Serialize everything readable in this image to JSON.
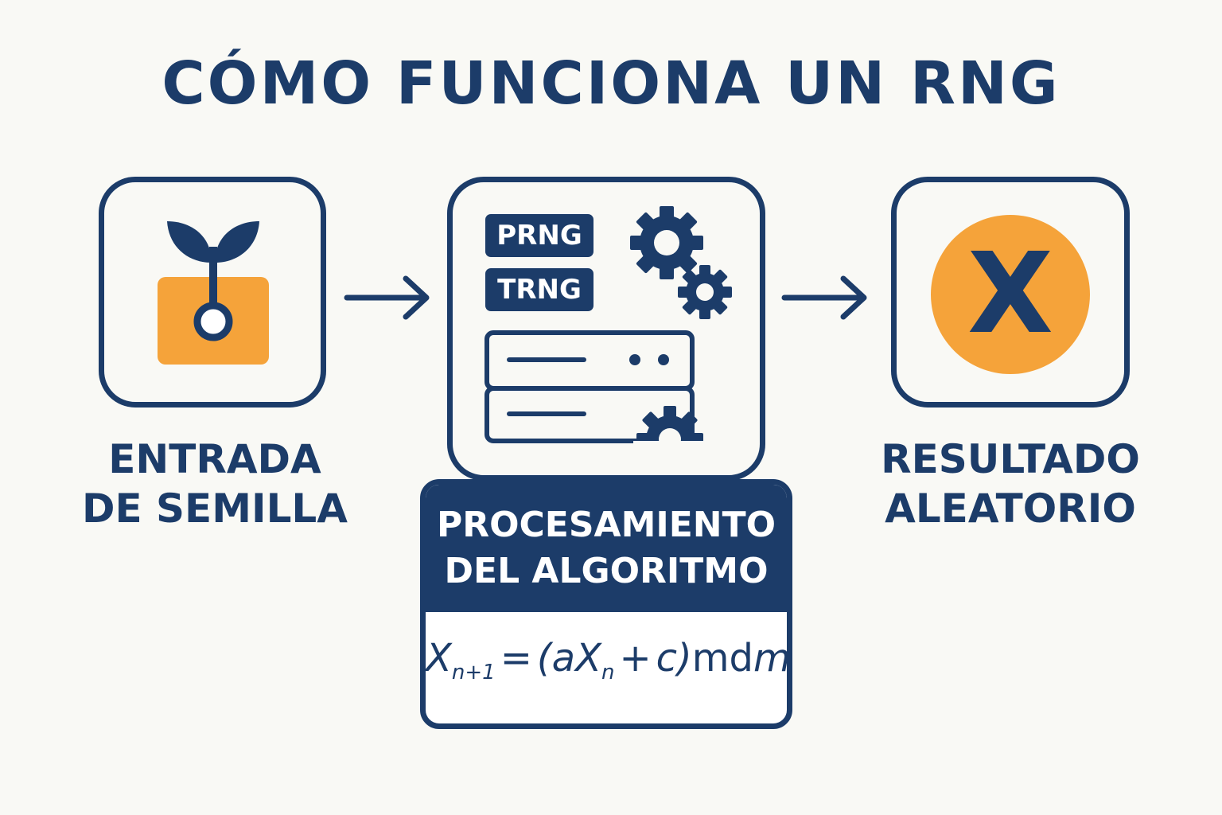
{
  "title": "CÓMO FUNCIONA UN RNG",
  "colors": {
    "navy": "#1c3c69",
    "orange": "#f5a33a",
    "background": "#f9f9f5"
  },
  "steps": {
    "seed": {
      "caption_line1": "ENTRADA",
      "caption_line2": "DE SEMILLA",
      "icon": "seedling-icon"
    },
    "algorithm": {
      "tags": [
        "PRNG",
        "TRNG"
      ],
      "icons": [
        "gears-icon",
        "server-icon"
      ],
      "caption_line1": "PROCESAMIENTO",
      "caption_line2": "DEL ALGORITMO",
      "formula": {
        "lhs": "X",
        "lhs_sub": "n+1",
        "equals": "=",
        "open": "(a",
        "var": "X",
        "var_sub": "n",
        "plus": "+",
        "c": "c)",
        "mod": "md",
        "m": "m"
      }
    },
    "result": {
      "symbol": "X",
      "caption_line1": "RESULTADO",
      "caption_line2": "ALEATORIO",
      "icon": "x-circle-icon"
    }
  }
}
